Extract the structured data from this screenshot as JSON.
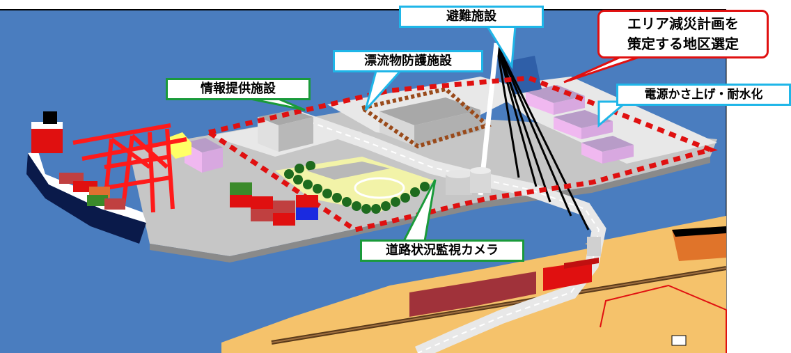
{
  "labels": {
    "evacuation_facility": "避難施設",
    "driftage_protection_facility": "漂流物防護施設",
    "information_facility": "情報提供施設",
    "power_elevation": "電源かさ上げ・耐水化",
    "road_camera": "道路状況監視カメラ",
    "area_plan_line1": "エリア減災計画を",
    "area_plan_line2": "策定する地区選定"
  },
  "colors": {
    "sea": "#4a7dbf",
    "ground": "#c6c6c6",
    "sand": "#f5c26b",
    "crane": "#ff1a1a",
    "dashed_zone": "#e01010",
    "callout_cyan": "#1fb6e8",
    "callout_green": "#1a9a3a",
    "callout_red": "#e01010"
  }
}
